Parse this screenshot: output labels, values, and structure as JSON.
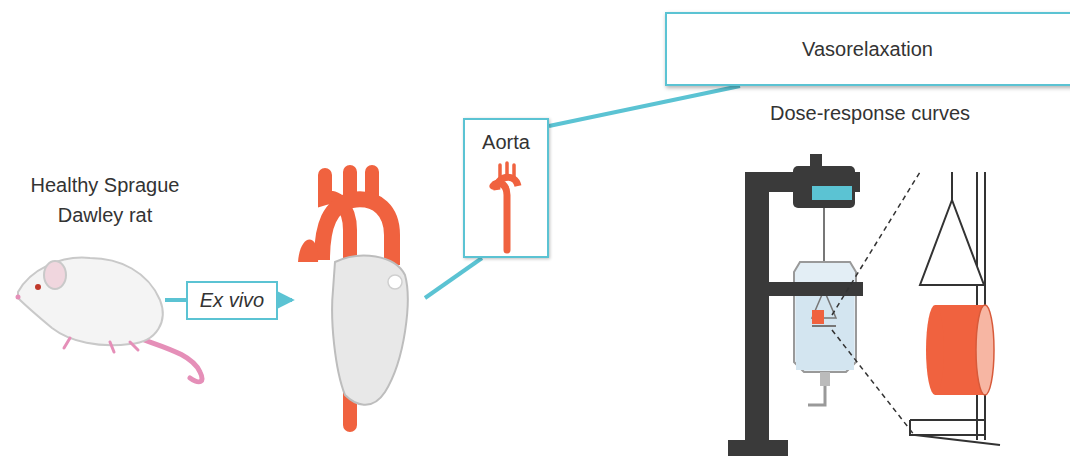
{
  "diagram": {
    "nodes": [
      {
        "text": [
          "Ex vivo"
        ]
      },
      {
        "text": [
          "Aorta"
        ]
      },
      {
        "text": [
          "Vasorelaxation"
        ]
      }
    ],
    "edges": [
      {
        "from": 1,
        "to": 2,
        "arrow": "none"
      }
    ],
    "labels": [
      "Healthy Sprague Dawley rat",
      "Dose-response curves"
    ]
  }
}
